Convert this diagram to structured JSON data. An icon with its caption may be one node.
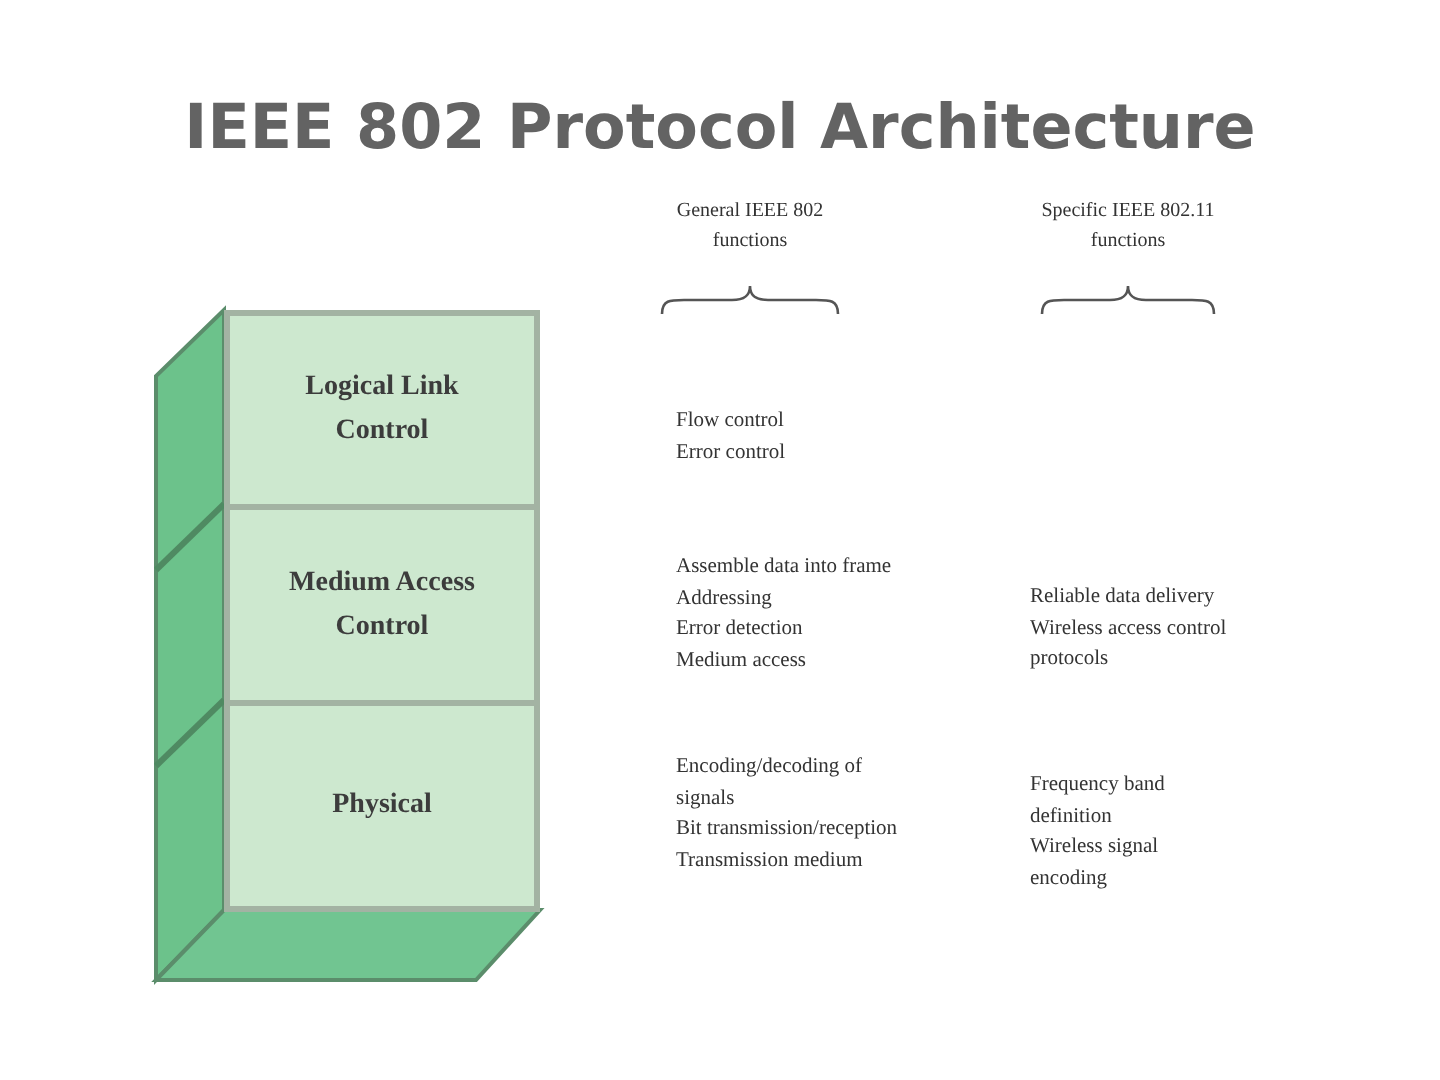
{
  "diagram": {
    "title": "IEEE 802 Protocol Architecture",
    "nodes": [
      {
        "text": [
          "Logical Link Control"
        ]
      },
      {
        "text": [
          "Medium Access Control"
        ]
      },
      {
        "text": [
          "Physical"
        ]
      }
    ],
    "labels": [
      "General IEEE 802 functions",
      "Specific IEEE 802.11 functions",
      "Flow control",
      "Error control",
      "Assemble data into frame",
      "Addressing",
      "Error detection",
      "Medium access",
      "Reliable data delivery",
      "Wireless access control protocols",
      "Encoding/decoding of signals",
      "Bit transmission/reception",
      "Transmission medium",
      "Frequency band definition",
      "Wireless signal encoding"
    ]
  }
}
